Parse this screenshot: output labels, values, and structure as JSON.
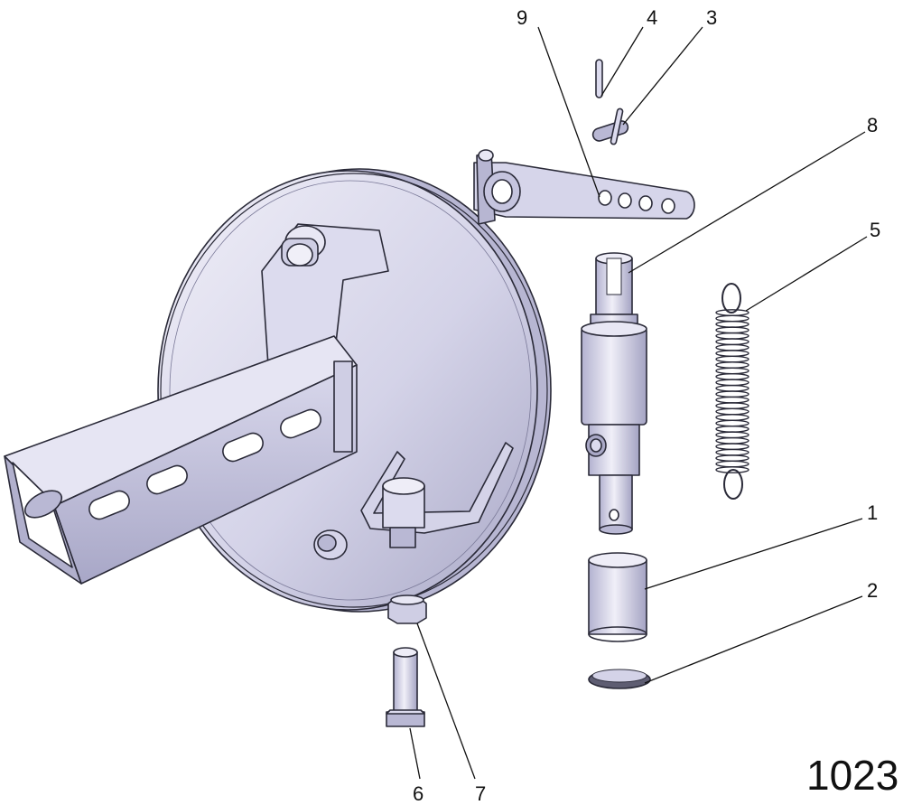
{
  "figure_number": "1023",
  "callouts": [
    {
      "id": "1",
      "part": "sleeve"
    },
    {
      "id": "2",
      "part": "clip-ring"
    },
    {
      "id": "3",
      "part": "pin"
    },
    {
      "id": "4",
      "part": "cotter-pin"
    },
    {
      "id": "5",
      "part": "tension-spring"
    },
    {
      "id": "6",
      "part": "bolt"
    },
    {
      "id": "7",
      "part": "nut"
    },
    {
      "id": "8",
      "part": "shock-cylinder"
    },
    {
      "id": "9",
      "part": "arm-hole"
    }
  ],
  "colors": {
    "part_fill": "#c9c8e0",
    "part_light": "#e4e3f2",
    "part_dark": "#9c9bbd",
    "line": "#2a2a38",
    "text": "#111111"
  }
}
